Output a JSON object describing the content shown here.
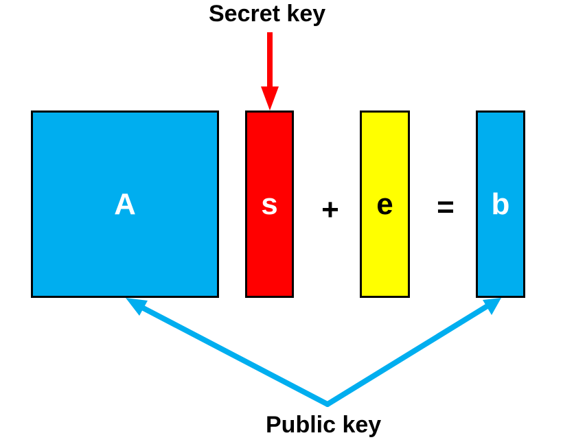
{
  "labels": {
    "secret_key": "Secret key",
    "public_key": "Public key"
  },
  "boxes": {
    "a": {
      "label": "A",
      "fill": "#00AEEF",
      "text_color": "#ffffff"
    },
    "s": {
      "label": "s",
      "fill": "#FF0000",
      "text_color": "#ffffff"
    },
    "e": {
      "label": "e",
      "fill": "#FFFF00",
      "text_color": "#000000"
    },
    "b": {
      "label": "b",
      "fill": "#00AEEF",
      "text_color": "#ffffff"
    }
  },
  "operators": {
    "plus": "+",
    "equals": "="
  },
  "colors": {
    "secret_arrow": "#FF0000",
    "public_arrow": "#00AEEF",
    "border": "#000000"
  }
}
